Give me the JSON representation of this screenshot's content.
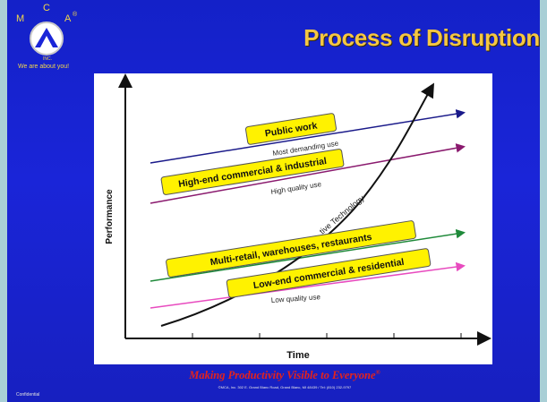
{
  "logo": {
    "letter_m": "M",
    "letter_c": "C",
    "letter_a": "A",
    "registered": "®",
    "inc": "INC.",
    "tagline": "We are about you!"
  },
  "title": "Process of Disruption",
  "diagram": {
    "axis_y_label": "Performance",
    "axis_x_label": "Time",
    "disruptive_label": "tive Technology",
    "segments": [
      {
        "box_label": "Public work",
        "use_label": "Most demanding use",
        "line_color": "#1a1a8a"
      },
      {
        "box_label": "High-end commercial & industrial",
        "use_label": "High quality use",
        "line_color": "#8a1a6e"
      },
      {
        "box_label": "Multi-retail, warehouses, restaurants",
        "use_label": "",
        "line_color": "#1f8a3a"
      },
      {
        "box_label": "Low-end commercial & residential",
        "use_label": "Low quality use",
        "line_color": "#e84bbf"
      }
    ],
    "box_color": "#fff200"
  },
  "footer": {
    "slogan": "Making Productivity Visible to Everyone",
    "address": "©MCA, Inc. 302 E. Grand Blanc Road, Grand Blanc, MI 48439 / Tel: (810) 232-9797",
    "confidential": "Confidential"
  }
}
